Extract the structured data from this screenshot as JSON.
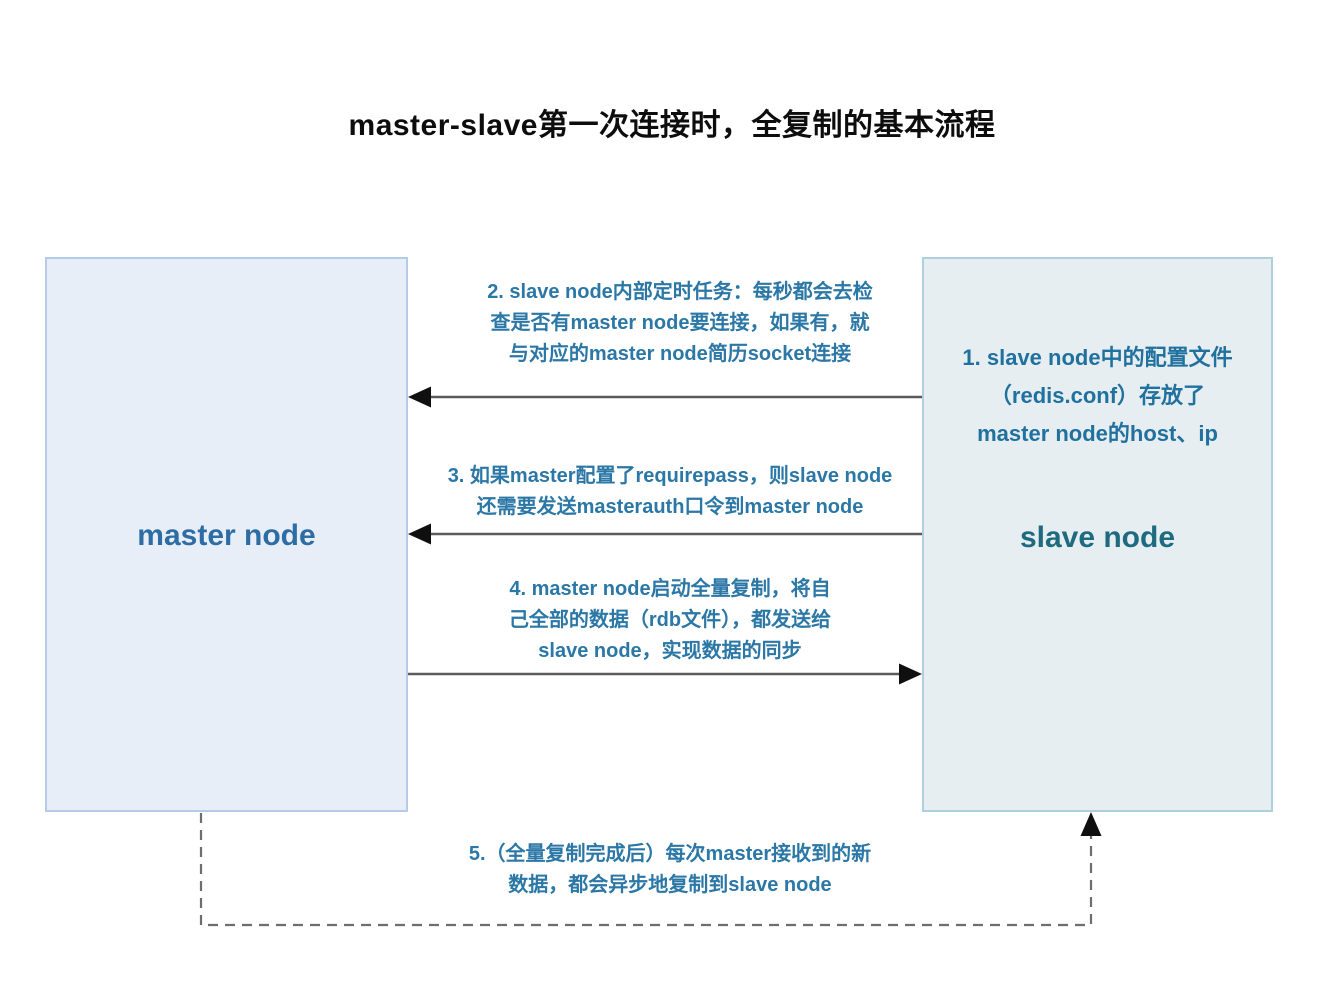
{
  "title": "master-slave第一次连接时，全复制的基本流程",
  "nodes": {
    "master": {
      "label": "master node"
    },
    "slave": {
      "label": "slave node",
      "note": "1. slave node中的配置文件\n（redis.conf）存放了\nmaster node的host、ip"
    }
  },
  "steps": {
    "step2": "2. slave node内部定时任务：每秒都会去检\n查是否有master node要连接，如果有，就\n与对应的master node简历socket连接",
    "step3": "3. 如果master配置了requirepass，则slave node\n还需要发送masterauth口令到master node",
    "step4": "4. master node启动全量复制，将自\n己全部的数据（rdb文件），都发送给\nslave node，实现数据的同步",
    "step5": "5.（全量复制完成后）每次master接收到的新\n数据，都会异步地复制到slave node"
  },
  "colors": {
    "title_text": "#0d0d0d",
    "master_box_fill": "#e8eef8",
    "master_box_border": "#b5cbe8",
    "master_label_text": "#2d6da3",
    "slave_box_fill": "#e7eef2",
    "slave_box_border": "#aed0dc",
    "slave_label_text": "#1e6b80",
    "step_label_text": "#2b77a6",
    "arrow_line": "#5a5a5a",
    "arrow_head": "#0f0f0f",
    "dashed_line": "#6e6e6e"
  }
}
